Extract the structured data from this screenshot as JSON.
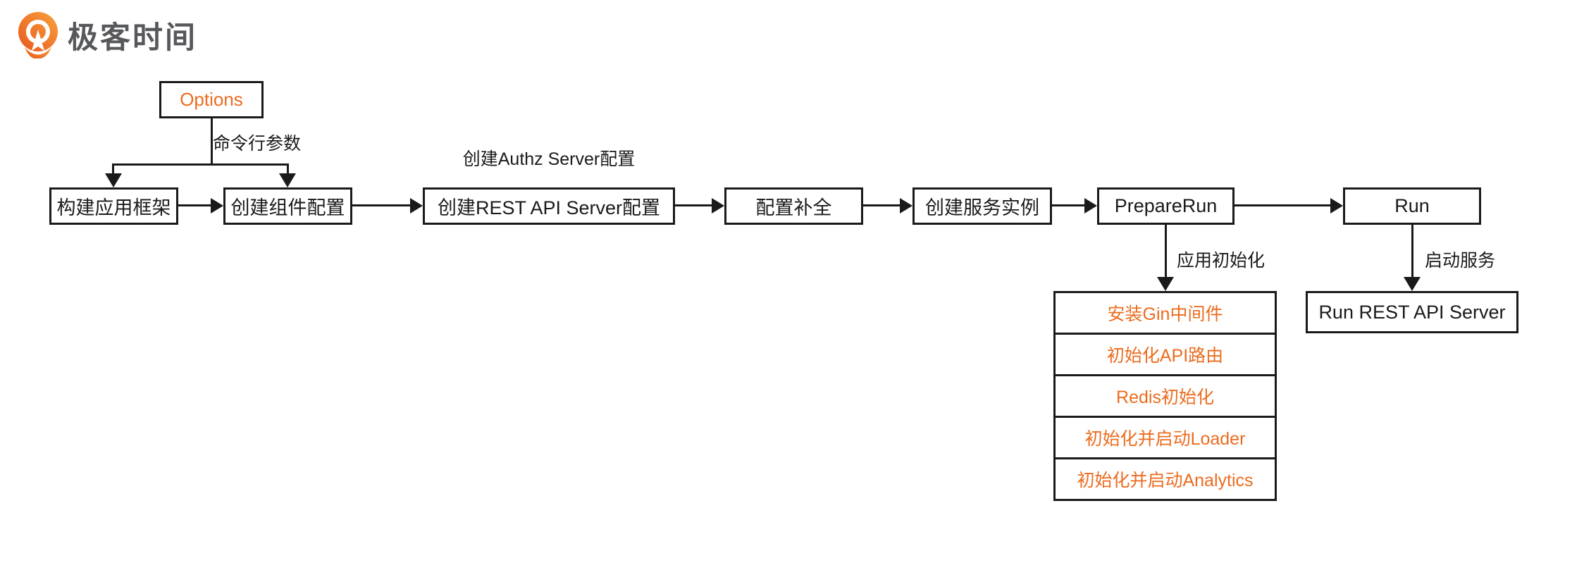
{
  "brand": {
    "logo_text": "极客时间"
  },
  "colors": {
    "accent_orange": "#EC6C1F",
    "line_color": "#1A1A1A",
    "logo_gray": "#57585B"
  },
  "flow": {
    "options_label": "Options",
    "options_edge_label": "命令行参数",
    "authz_note": "创建Authz Server配置",
    "main_steps": [
      "构建应用框架",
      "创建组件配置",
      "创建REST API Server配置",
      "配置补全",
      "创建服务实例",
      "PrepareRun",
      "Run"
    ],
    "prepare_run_edge_label": "应用初始化",
    "run_edge_label": "启动服务",
    "init_steps": [
      "安装Gin中间件",
      "初始化API路由",
      "Redis初始化",
      "初始化并启动Loader",
      "初始化并启动Analytics"
    ],
    "run_target_label": "Run REST API Server"
  }
}
